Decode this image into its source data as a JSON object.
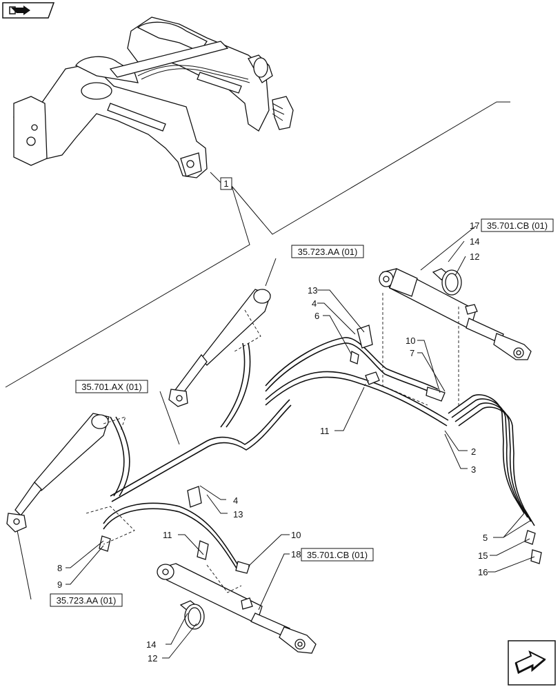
{
  "diagram": {
    "callouts": [
      {
        "id": "c1",
        "text": "1",
        "boxed": true
      },
      {
        "id": "c2",
        "text": "2"
      },
      {
        "id": "c3",
        "text": "3"
      },
      {
        "id": "c4a",
        "text": "4"
      },
      {
        "id": "c4b",
        "text": "4"
      },
      {
        "id": "c5",
        "text": "5"
      },
      {
        "id": "c6",
        "text": "6"
      },
      {
        "id": "c7",
        "text": "7"
      },
      {
        "id": "c8",
        "text": "8"
      },
      {
        "id": "c9",
        "text": "9"
      },
      {
        "id": "c10a",
        "text": "10"
      },
      {
        "id": "c10b",
        "text": "10"
      },
      {
        "id": "c11a",
        "text": "11"
      },
      {
        "id": "c11b",
        "text": "11"
      },
      {
        "id": "c12a",
        "text": "12"
      },
      {
        "id": "c12b",
        "text": "12"
      },
      {
        "id": "c13a",
        "text": "13"
      },
      {
        "id": "c13b",
        "text": "13"
      },
      {
        "id": "c14a",
        "text": "14"
      },
      {
        "id": "c14b",
        "text": "14"
      },
      {
        "id": "c15",
        "text": "15"
      },
      {
        "id": "c16",
        "text": "16"
      },
      {
        "id": "c17",
        "text": "17"
      },
      {
        "id": "c18",
        "text": "18"
      }
    ],
    "references": [
      {
        "id": "r1",
        "text": "35.701.CB (01)"
      },
      {
        "id": "r2",
        "text": "35.723.AA (01)"
      },
      {
        "id": "r3",
        "text": "35.701.AX (01)"
      },
      {
        "id": "r4",
        "text": "35.701.CB (01)"
      },
      {
        "id": "r5",
        "text": "35.723.AA (01)"
      }
    ]
  },
  "icons": {
    "top_nav": "book-arrow-icon",
    "bottom_nav": "next-page-arrow-icon"
  }
}
